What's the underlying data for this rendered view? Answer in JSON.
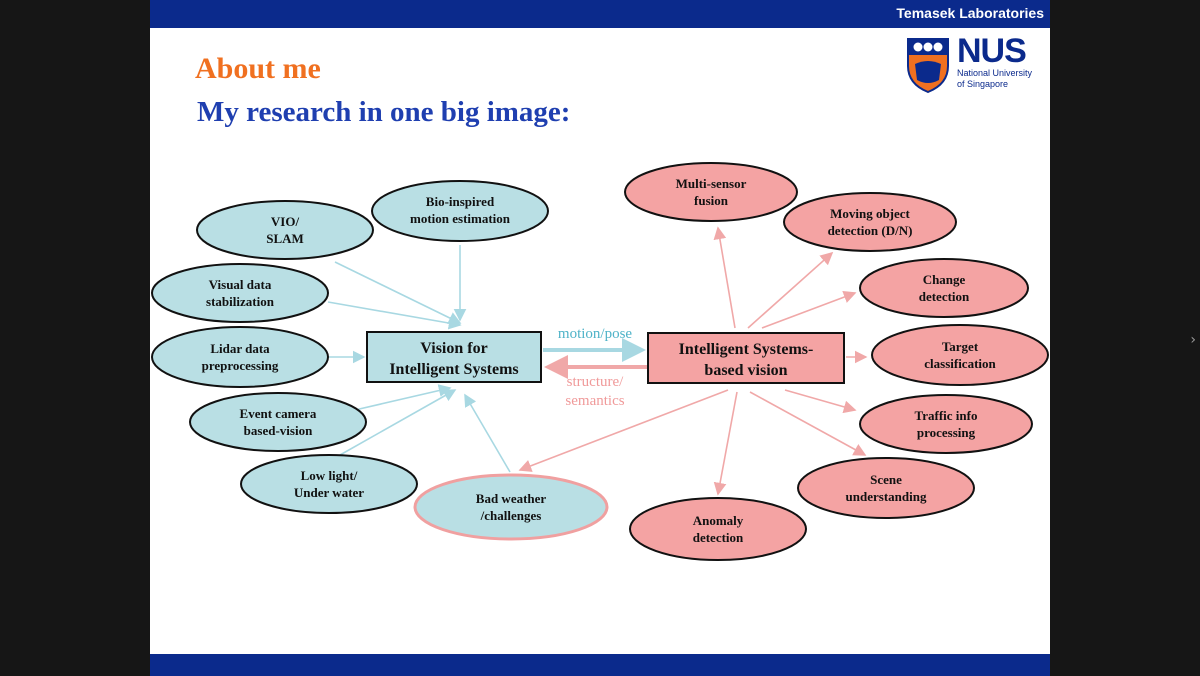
{
  "header": {
    "org": "Temasek Laboratories"
  },
  "logo": {
    "name": "NUS",
    "sub_line1": "National University",
    "sub_line2": "of Singapore",
    "icon": "nus-crest-icon"
  },
  "slide": {
    "title": "About me",
    "subtitle": "My research in one big image:"
  },
  "colors": {
    "bar": "#0b2a8c",
    "title": "#f07020",
    "subtitle": "#1f3fb0",
    "cyan_node": "#b9dfe4",
    "pink_node": "#f4a3a3",
    "blue_arrow": "#a8d8e2",
    "pink_arrow": "#f0a8a8"
  },
  "diagram": {
    "center_left": {
      "line1": "Vision for",
      "line2": "Intelligent Systems"
    },
    "center_right": {
      "line1": "Intelligent Systems-",
      "line2": "based vision"
    },
    "label_forward": "motion/pose",
    "label_back_line1": "structure/",
    "label_back_line2": "semantics",
    "left_nodes": [
      {
        "line1": "VIO/",
        "line2": "SLAM"
      },
      {
        "line1": "Bio-inspired",
        "line2": "motion estimation"
      },
      {
        "line1": "Visual data",
        "line2": "stabilization"
      },
      {
        "line1": "Lidar data",
        "line2": "preprocessing"
      },
      {
        "line1": "Event camera",
        "line2": "based-vision"
      },
      {
        "line1": "Low light/",
        "line2": "Under water"
      },
      {
        "line1": "Bad weather",
        "line2": "/challenges"
      }
    ],
    "right_nodes": [
      {
        "line1": "Multi-sensor",
        "line2": "fusion"
      },
      {
        "line1": "Moving object",
        "line2": "detection (D/N)"
      },
      {
        "line1": "Change",
        "line2": "detection"
      },
      {
        "line1": "Target",
        "line2": "classification"
      },
      {
        "line1": "Traffic info",
        "line2": "processing"
      },
      {
        "line1": "Scene",
        "line2": "understanding"
      },
      {
        "line1": "Anomaly",
        "line2": "detection"
      }
    ]
  }
}
